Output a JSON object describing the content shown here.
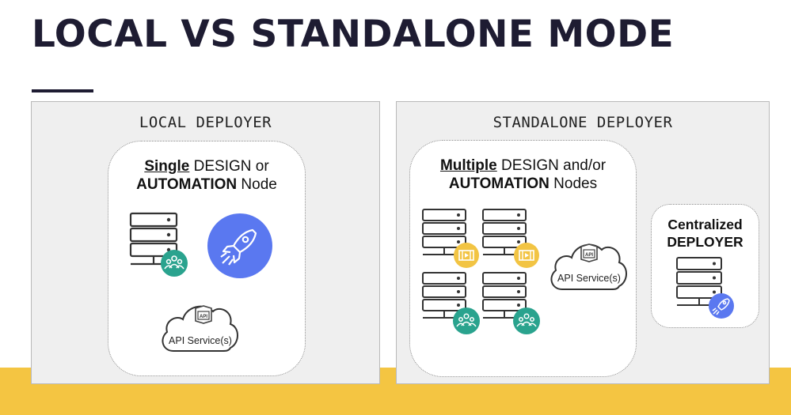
{
  "title": "LOCAL VS STANDALONE MODE",
  "local_panel": {
    "title": "LOCAL DEPLOYER",
    "card": {
      "line1_emph": "Single",
      "line1_rest": " DESIGN or",
      "line2_bold": "AUTOMATION",
      "line2_rest": " Node",
      "cloud_label": "API Service(s)",
      "cloud_badge": "API"
    }
  },
  "standalone_panel": {
    "title": "STANDALONE DEPLOYER",
    "card": {
      "line1_emph": "Multiple",
      "line1_rest": " DESIGN and/or",
      "line2_bold": "AUTOMATION",
      "line2_rest": " Nodes",
      "cloud_label": "API Service(s)",
      "cloud_badge": "API"
    },
    "central": {
      "line1": "Centralized",
      "line2": "DEPLOYER"
    }
  },
  "colors": {
    "title": "#1e1c32",
    "band": "#f4c542",
    "panel": "#efefef",
    "teal": "#2aa38e",
    "rocket_blue": "#5a78f0",
    "yellow_badge": "#f2c443"
  },
  "icons": [
    "server-icon",
    "users-icon",
    "rocket-icon",
    "cloud-icon",
    "api-document-icon",
    "film-icon"
  ]
}
